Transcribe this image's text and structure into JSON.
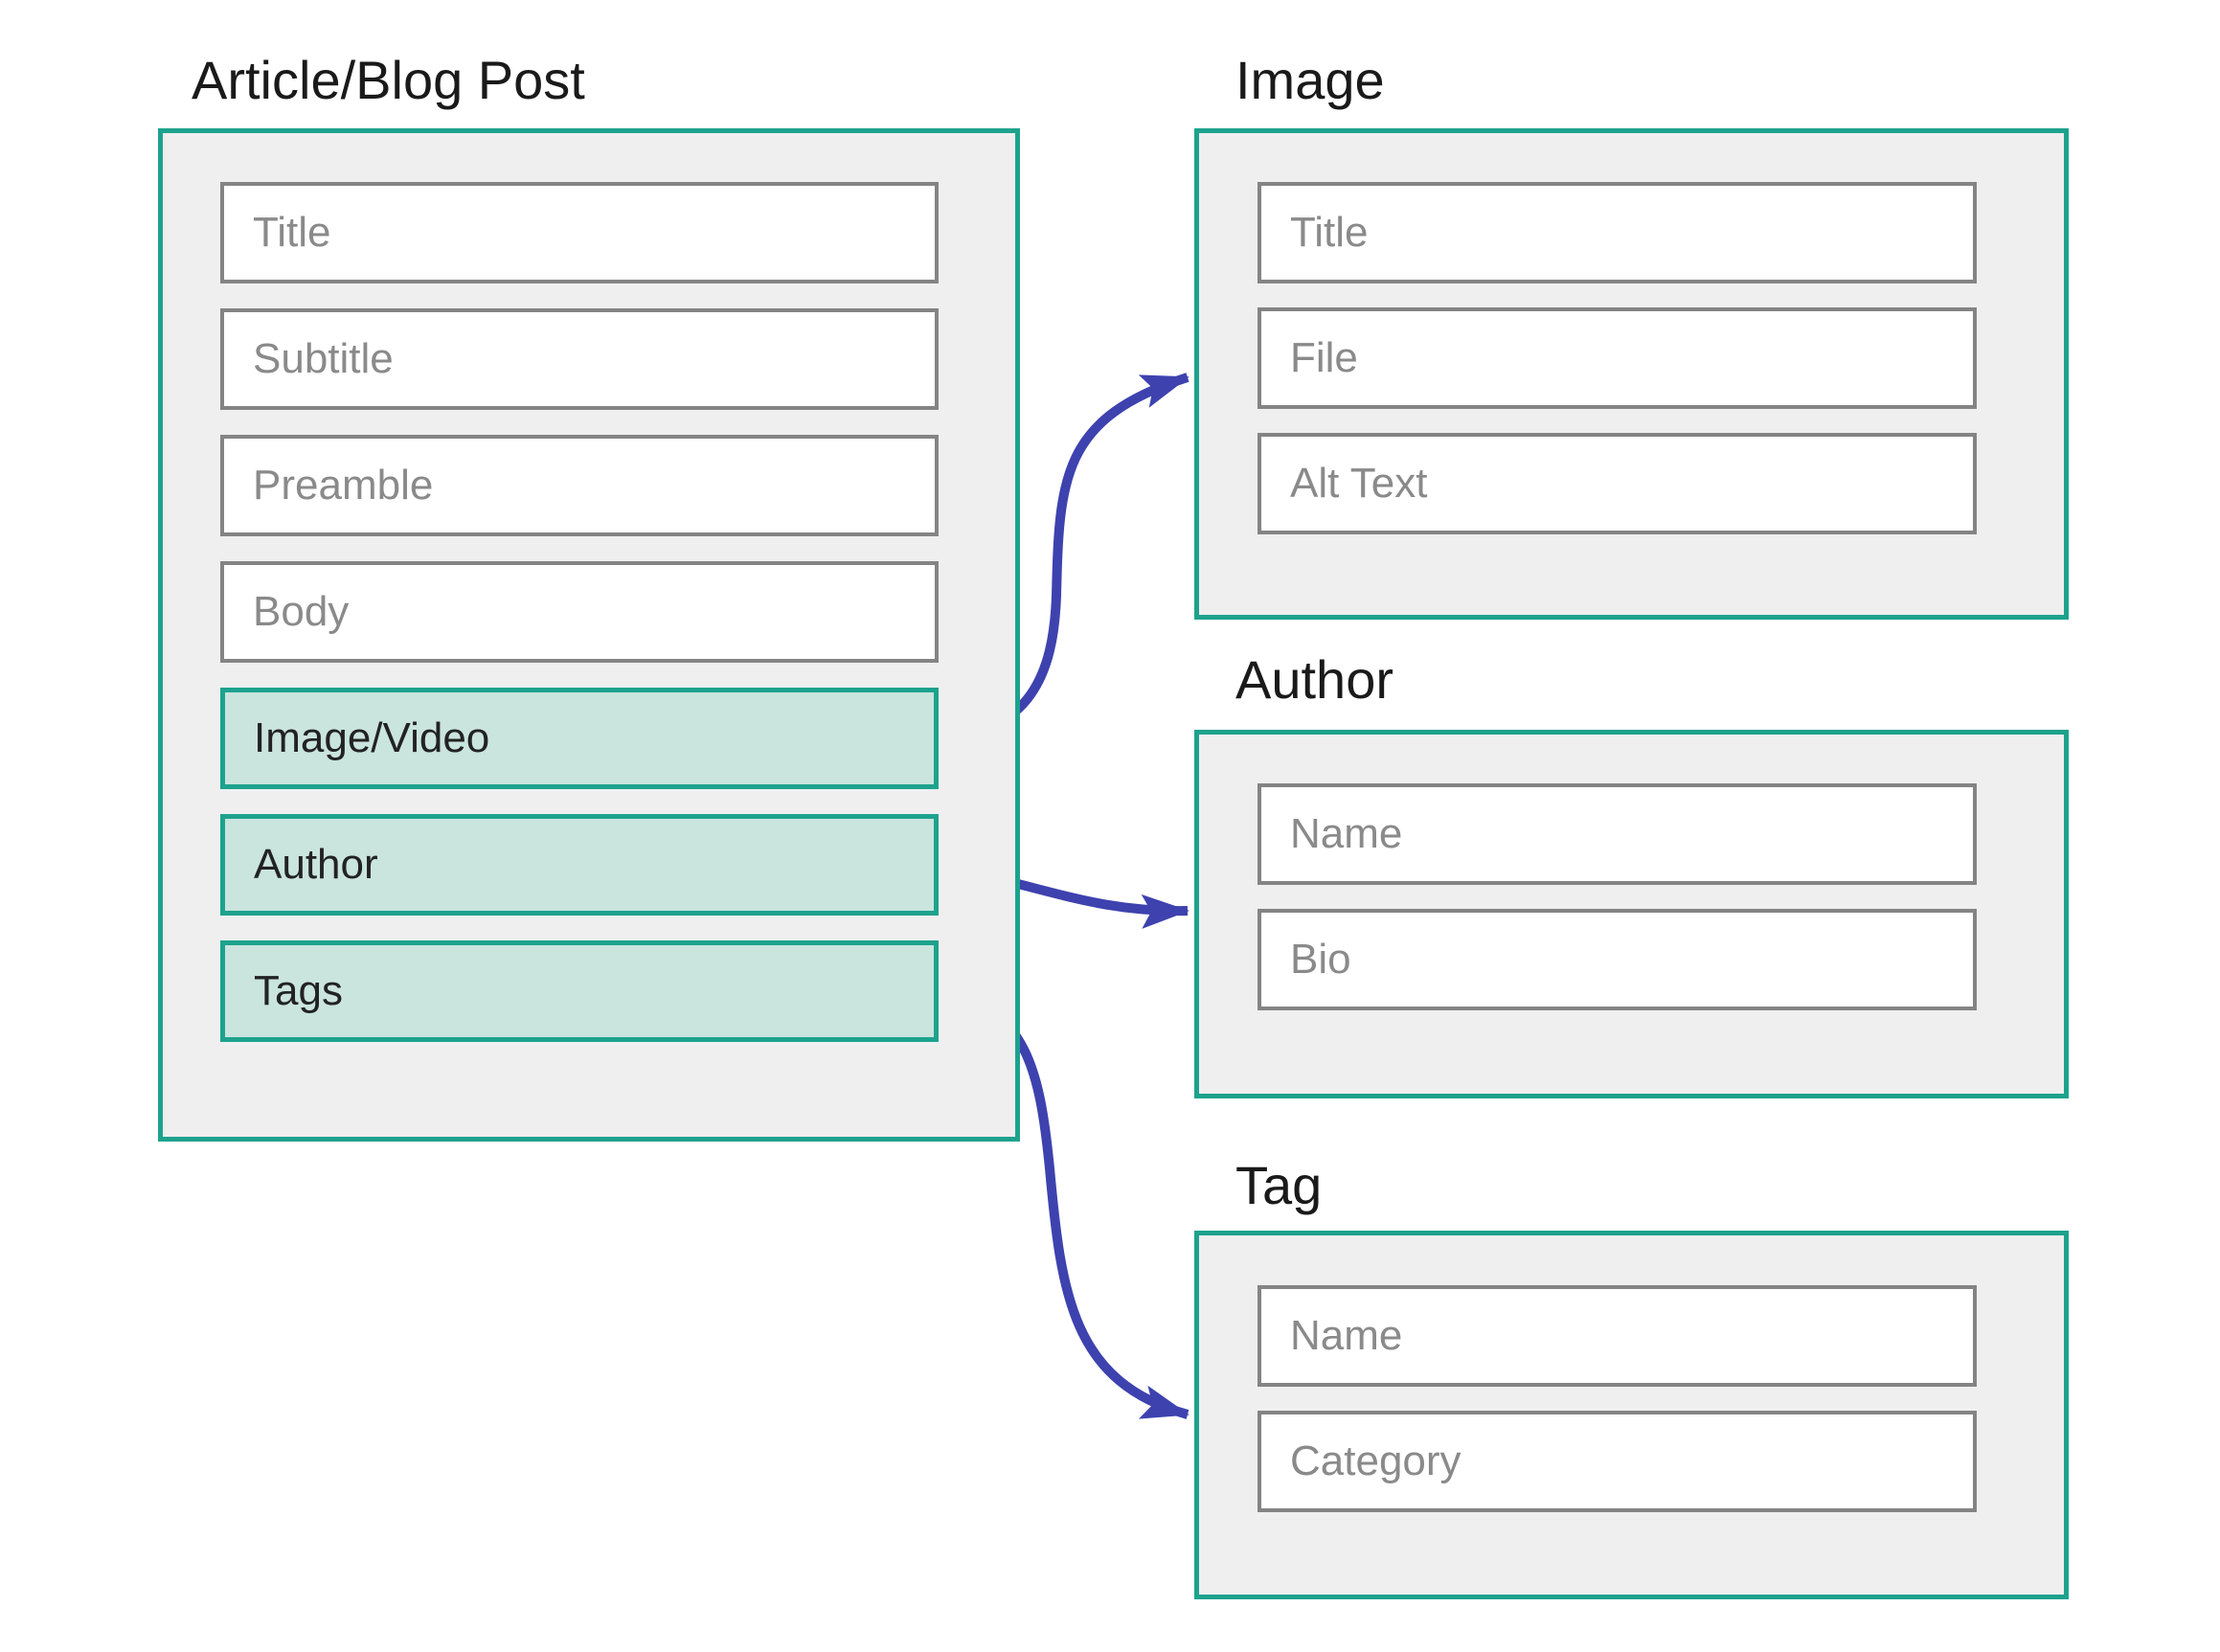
{
  "entities": [
    {
      "title": "Article/Blog Post",
      "fields": [
        {
          "label": "Title",
          "highlighted": false
        },
        {
          "label": "Subtitle",
          "highlighted": false
        },
        {
          "label": "Preamble",
          "highlighted": false
        },
        {
          "label": "Body",
          "highlighted": false
        },
        {
          "label": "Image/Video",
          "highlighted": true
        },
        {
          "label": "Author",
          "highlighted": true
        },
        {
          "label": "Tags",
          "highlighted": true
        }
      ]
    },
    {
      "title": "Image",
      "fields": [
        {
          "label": "Title",
          "highlighted": false
        },
        {
          "label": "File",
          "highlighted": false
        },
        {
          "label": "Alt Text",
          "highlighted": false
        }
      ]
    },
    {
      "title": "Author",
      "fields": [
        {
          "label": "Name",
          "highlighted": false
        },
        {
          "label": "Bio",
          "highlighted": false
        }
      ]
    },
    {
      "title": "Tag",
      "fields": [
        {
          "label": "Name",
          "highlighted": false
        },
        {
          "label": "Category",
          "highlighted": false
        }
      ]
    }
  ],
  "connections": [
    {
      "from_entity": "Article/Blog Post",
      "from_field": "Image/Video",
      "to_entity": "Image"
    },
    {
      "from_entity": "Article/Blog Post",
      "from_field": "Author",
      "to_entity": "Author"
    },
    {
      "from_entity": "Article/Blog Post",
      "from_field": "Tags",
      "to_entity": "Tag"
    }
  ],
  "colors": {
    "background": "#ffffff",
    "entity_fill": "#efefef",
    "entity_border": "#1da28d",
    "field_fill": "#ffffff",
    "field_border": "#848484",
    "field_label": "#8a8a8a",
    "highlight_fill": "#cae4de",
    "highlight_border": "#1da28d",
    "highlight_label": "#222222",
    "heading_text": "#1a1a1a",
    "arrow": "#3e42ae"
  }
}
